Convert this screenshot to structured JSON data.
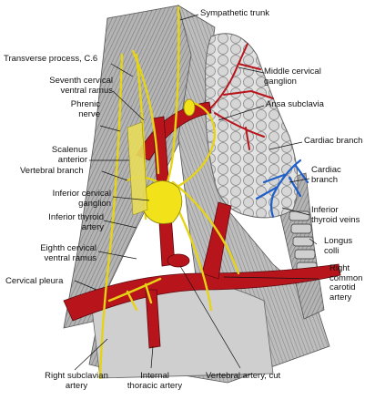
{
  "labels": {
    "sympathetic_trunk": "Sympathetic trunk",
    "transverse_process_c6": "Transverse process, C.6",
    "seventh_cervical_ventral_ramus_l1": "Seventh cervical",
    "seventh_cervical_ventral_ramus_l2": "ventral ramus",
    "phrenic_nerve_l1": "Phrenic",
    "phrenic_nerve_l2": "nerve",
    "middle_cervical_ganglion_l1": "Middle cervical",
    "middle_cervical_ganglion_l2": "ganglion",
    "ansa_subclavia": "Ansa subclavia",
    "scalenus_anterior_l1": "Scalenus",
    "scalenus_anterior_l2": "anterior",
    "vertebral_branch": "Vertebral branch",
    "cardiac_branch_1": "Cardiac branch",
    "cardiac_branch_2_l1": "Cardiac",
    "cardiac_branch_2_l2": "branch",
    "inferior_cervical_ganglion_l1": "Inferior cervical",
    "inferior_cervical_ganglion_l2": "ganglion",
    "inferior_thyroid_artery_l1": "Inferior thyroid",
    "inferior_thyroid_artery_l2": "artery",
    "inferior_thyroid_veins_l1": "Inferior",
    "inferior_thyroid_veins_l2": "thyroid veins",
    "eighth_cervical_ventral_ramus_l1": "Eighth cervical",
    "eighth_cervical_ventral_ramus_l2": "ventral ramus",
    "longus_colli_l1": "Longus",
    "longus_colli_l2": "colli",
    "right_common_carotid_l1": "Right",
    "right_common_carotid_l2": "common",
    "right_common_carotid_l3": "carotid",
    "right_common_carotid_l4": "artery",
    "cervical_pleura": "Cervical pleura",
    "right_subclavian_l1": "Right subclavian",
    "right_subclavian_l2": "artery",
    "internal_thoracic_l1": "Internal",
    "internal_thoracic_l2": "thoracic artery",
    "vertebral_artery_cut": "Vertebral artery, cut"
  },
  "colors": {
    "nerve": "#f2e21a",
    "artery": "#b8141c",
    "vein": "#1f5fc9",
    "muscle": "#a9a9a9",
    "gland": "#dcdcdc",
    "background": "#ffffff",
    "text": "#111111"
  }
}
